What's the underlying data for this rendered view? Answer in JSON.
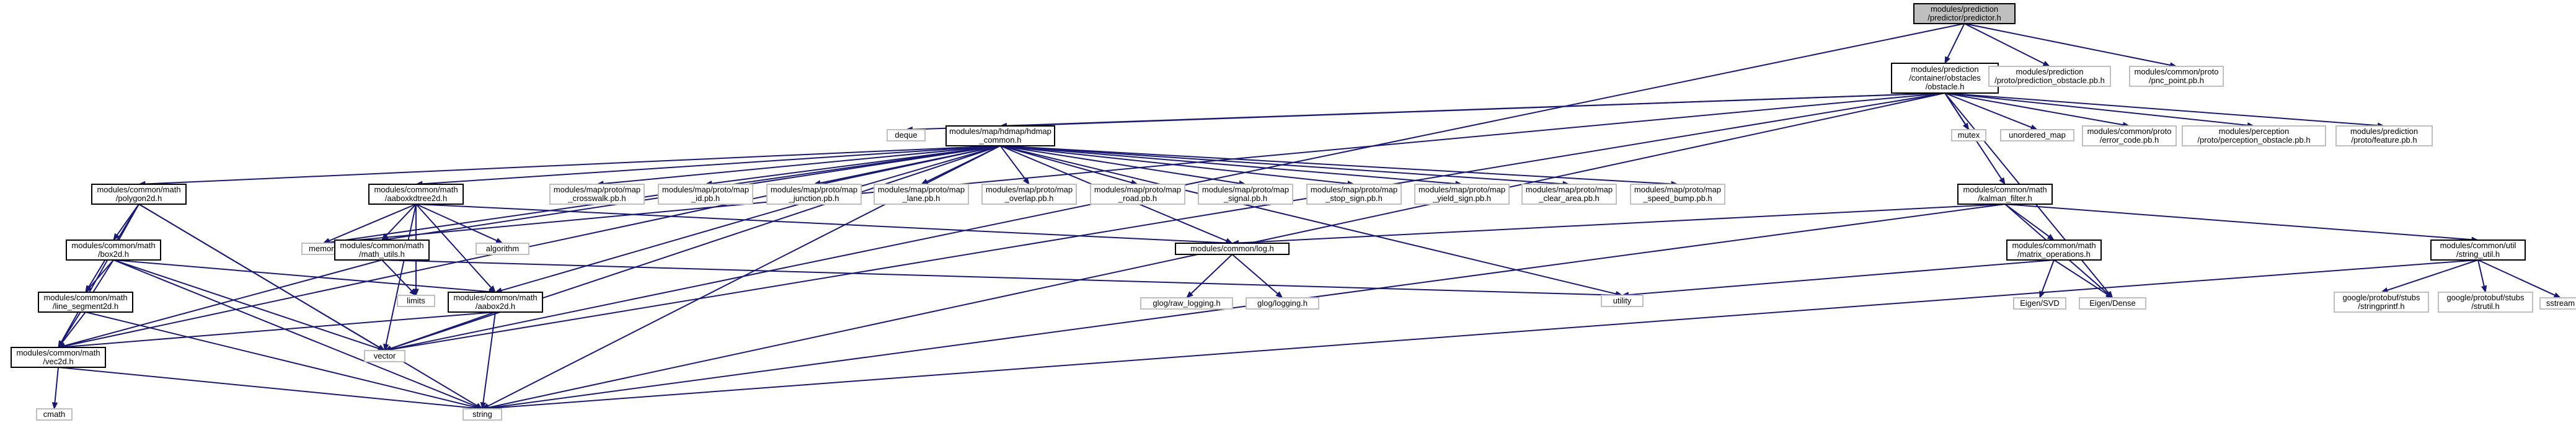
{
  "nodes": [
    {
      "id": "predictor",
      "lines": [
        "modules/prediction",
        "/predictor/predictor.h"
      ],
      "kind": "root"
    },
    {
      "id": "obstacle_h",
      "lines": [
        "modules/prediction",
        "/container/obstacles",
        "/obstacle.h"
      ],
      "kind": "box"
    },
    {
      "id": "prediction_obstacle_pb",
      "lines": [
        "modules/prediction",
        "/proto/prediction_obstacle.pb.h"
      ],
      "kind": "grey"
    },
    {
      "id": "pnc_point_pb",
      "lines": [
        "modules/common/proto",
        "/pnc_point.pb.h"
      ],
      "kind": "grey"
    },
    {
      "id": "deque",
      "lines": [
        "deque"
      ],
      "kind": "grey"
    },
    {
      "id": "hdmap_common",
      "lines": [
        "modules/map/hdmap/hdmap",
        "_common.h"
      ],
      "kind": "box"
    },
    {
      "id": "mutex",
      "lines": [
        "mutex"
      ],
      "kind": "grey"
    },
    {
      "id": "unordered_map",
      "lines": [
        "unordered_map"
      ],
      "kind": "grey"
    },
    {
      "id": "error_code_pb",
      "lines": [
        "modules/common/proto",
        "/error_code.pb.h"
      ],
      "kind": "grey"
    },
    {
      "id": "perception_obstacle_pb",
      "lines": [
        "modules/perception",
        "/proto/perception_obstacle.pb.h"
      ],
      "kind": "grey"
    },
    {
      "id": "feature_pb",
      "lines": [
        "modules/prediction",
        "/proto/feature.pb.h"
      ],
      "kind": "grey"
    },
    {
      "id": "polygon2d",
      "lines": [
        "modules/common/math",
        "/polygon2d.h"
      ],
      "kind": "box"
    },
    {
      "id": "aaboxkdtree2d",
      "lines": [
        "modules/common/math",
        "/aaboxkdtree2d.h"
      ],
      "kind": "box"
    },
    {
      "id": "crosswalk_pb",
      "lines": [
        "modules/map/proto/map",
        "_crosswalk.pb.h"
      ],
      "kind": "grey"
    },
    {
      "id": "id_pb",
      "lines": [
        "modules/map/proto/map",
        "_id.pb.h"
      ],
      "kind": "grey"
    },
    {
      "id": "junction_pb",
      "lines": [
        "modules/map/proto/map",
        "_junction.pb.h"
      ],
      "kind": "grey"
    },
    {
      "id": "lane_pb",
      "lines": [
        "modules/map/proto/map",
        "_lane.pb.h"
      ],
      "kind": "grey"
    },
    {
      "id": "overlap_pb",
      "lines": [
        "modules/map/proto/map",
        "_overlap.pb.h"
      ],
      "kind": "grey"
    },
    {
      "id": "road_pb",
      "lines": [
        "modules/map/proto/map",
        "_road.pb.h"
      ],
      "kind": "grey"
    },
    {
      "id": "signal_pb",
      "lines": [
        "modules/map/proto/map",
        "_signal.pb.h"
      ],
      "kind": "grey"
    },
    {
      "id": "stop_sign_pb",
      "lines": [
        "modules/map/proto/map",
        "_stop_sign.pb.h"
      ],
      "kind": "grey"
    },
    {
      "id": "yield_sign_pb",
      "lines": [
        "modules/map/proto/map",
        "_yield_sign.pb.h"
      ],
      "kind": "grey"
    },
    {
      "id": "clear_area_pb",
      "lines": [
        "modules/map/proto/map",
        "_clear_area.pb.h"
      ],
      "kind": "grey"
    },
    {
      "id": "speed_bump_pb",
      "lines": [
        "modules/map/proto/map",
        "_speed_bump.pb.h"
      ],
      "kind": "grey"
    },
    {
      "id": "kalman_filter",
      "lines": [
        "modules/common/math",
        "/kalman_filter.h"
      ],
      "kind": "box"
    },
    {
      "id": "string_util",
      "lines": [
        "modules/common/util",
        "/string_util.h"
      ],
      "kind": "box"
    },
    {
      "id": "memory",
      "lines": [
        "memory"
      ],
      "kind": "grey"
    },
    {
      "id": "math_utils",
      "lines": [
        "modules/common/math",
        "/math_utils.h"
      ],
      "kind": "box"
    },
    {
      "id": "algorithm",
      "lines": [
        "algorithm"
      ],
      "kind": "grey"
    },
    {
      "id": "log_h",
      "lines": [
        "modules/common/log.h"
      ],
      "kind": "box"
    },
    {
      "id": "matrix_operations",
      "lines": [
        "modules/common/math",
        "/matrix_operations.h"
      ],
      "kind": "box"
    },
    {
      "id": "box2d",
      "lines": [
        "modules/common/math",
        "/box2d.h"
      ],
      "kind": "box"
    },
    {
      "id": "limits",
      "lines": [
        "limits"
      ],
      "kind": "grey"
    },
    {
      "id": "aabox2d",
      "lines": [
        "modules/common/math",
        "/aabox2d.h"
      ],
      "kind": "box"
    },
    {
      "id": "utility",
      "lines": [
        "utility"
      ],
      "kind": "grey"
    },
    {
      "id": "line_segment2d",
      "lines": [
        "modules/common/math",
        "/line_segment2d.h"
      ],
      "kind": "box"
    },
    {
      "id": "glog_raw_logging",
      "lines": [
        "glog/raw_logging.h"
      ],
      "kind": "grey"
    },
    {
      "id": "glog_logging",
      "lines": [
        "glog/logging.h"
      ],
      "kind": "grey"
    },
    {
      "id": "eigen_svd",
      "lines": [
        "Eigen/SVD"
      ],
      "kind": "grey"
    },
    {
      "id": "eigen_dense",
      "lines": [
        "Eigen/Dense"
      ],
      "kind": "grey"
    },
    {
      "id": "stringprintf",
      "lines": [
        "google/protobuf/stubs",
        "/stringprintf.h"
      ],
      "kind": "grey"
    },
    {
      "id": "strutil",
      "lines": [
        "google/protobuf/stubs",
        "/strutil.h"
      ],
      "kind": "grey"
    },
    {
      "id": "sstream",
      "lines": [
        "sstream"
      ],
      "kind": "grey"
    },
    {
      "id": "vec2d",
      "lines": [
        "modules/common/math",
        "/vec2d.h"
      ],
      "kind": "box"
    },
    {
      "id": "vector",
      "lines": [
        "vector"
      ],
      "kind": "grey"
    },
    {
      "id": "cmath",
      "lines": [
        "cmath"
      ],
      "kind": "grey"
    },
    {
      "id": "string",
      "lines": [
        "string"
      ],
      "kind": "grey"
    }
  ],
  "edges": [
    [
      "predictor",
      "obstacle_h"
    ],
    [
      "predictor",
      "prediction_obstacle_pb"
    ],
    [
      "predictor",
      "pnc_point_pb"
    ],
    [
      "predictor",
      "vector"
    ],
    [
      "obstacle_h",
      "deque"
    ],
    [
      "obstacle_h",
      "hdmap_common"
    ],
    [
      "obstacle_h",
      "mutex"
    ],
    [
      "obstacle_h",
      "unordered_map"
    ],
    [
      "obstacle_h",
      "error_code_pb"
    ],
    [
      "obstacle_h",
      "perception_obstacle_pb"
    ],
    [
      "obstacle_h",
      "feature_pb"
    ],
    [
      "obstacle_h",
      "kalman_filter"
    ],
    [
      "obstacle_h",
      "memory"
    ],
    [
      "obstacle_h",
      "eigen_dense"
    ],
    [
      "obstacle_h",
      "vector"
    ],
    [
      "obstacle_h",
      "string"
    ],
    [
      "hdmap_common",
      "polygon2d"
    ],
    [
      "hdmap_common",
      "aaboxkdtree2d"
    ],
    [
      "hdmap_common",
      "crosswalk_pb"
    ],
    [
      "hdmap_common",
      "id_pb"
    ],
    [
      "hdmap_common",
      "junction_pb"
    ],
    [
      "hdmap_common",
      "lane_pb"
    ],
    [
      "hdmap_common",
      "overlap_pb"
    ],
    [
      "hdmap_common",
      "road_pb"
    ],
    [
      "hdmap_common",
      "signal_pb"
    ],
    [
      "hdmap_common",
      "stop_sign_pb"
    ],
    [
      "hdmap_common",
      "yield_sign_pb"
    ],
    [
      "hdmap_common",
      "clear_area_pb"
    ],
    [
      "hdmap_common",
      "speed_bump_pb"
    ],
    [
      "hdmap_common",
      "memory"
    ],
    [
      "hdmap_common",
      "math_utils"
    ],
    [
      "hdmap_common",
      "log_h"
    ],
    [
      "hdmap_common",
      "aabox2d"
    ],
    [
      "hdmap_common",
      "utility"
    ],
    [
      "hdmap_common",
      "vec2d"
    ],
    [
      "hdmap_common",
      "vector"
    ],
    [
      "hdmap_common",
      "string"
    ],
    [
      "polygon2d",
      "box2d"
    ],
    [
      "polygon2d",
      "line_segment2d"
    ],
    [
      "polygon2d",
      "vec2d"
    ],
    [
      "polygon2d",
      "vector"
    ],
    [
      "polygon2d",
      "string"
    ],
    [
      "aaboxkdtree2d",
      "memory"
    ],
    [
      "aaboxkdtree2d",
      "math_utils"
    ],
    [
      "aaboxkdtree2d",
      "algorithm"
    ],
    [
      "aaboxkdtree2d",
      "log_h"
    ],
    [
      "aaboxkdtree2d",
      "aabox2d"
    ],
    [
      "aaboxkdtree2d",
      "limits"
    ],
    [
      "aaboxkdtree2d",
      "vector"
    ],
    [
      "math_utils",
      "limits"
    ],
    [
      "math_utils",
      "utility"
    ],
    [
      "math_utils",
      "vec2d"
    ],
    [
      "box2d",
      "aabox2d"
    ],
    [
      "box2d",
      "line_segment2d"
    ],
    [
      "box2d",
      "vec2d"
    ],
    [
      "box2d",
      "vector"
    ],
    [
      "box2d",
      "string"
    ],
    [
      "line_segment2d",
      "vec2d"
    ],
    [
      "line_segment2d",
      "string"
    ],
    [
      "aabox2d",
      "vec2d"
    ],
    [
      "aabox2d",
      "vector"
    ],
    [
      "aabox2d",
      "string"
    ],
    [
      "vec2d",
      "cmath"
    ],
    [
      "vec2d",
      "string"
    ],
    [
      "log_h",
      "glog_raw_logging"
    ],
    [
      "log_h",
      "glog_logging"
    ],
    [
      "kalman_filter",
      "log_h"
    ],
    [
      "kalman_filter",
      "matrix_operations"
    ],
    [
      "kalman_filter",
      "string_util"
    ],
    [
      "kalman_filter",
      "eigen_dense"
    ],
    [
      "kalman_filter",
      "string"
    ],
    [
      "matrix_operations",
      "utility"
    ],
    [
      "matrix_operations",
      "eigen_svd"
    ],
    [
      "matrix_operations",
      "eigen_dense"
    ],
    [
      "string_util",
      "stringprintf"
    ],
    [
      "string_util",
      "strutil"
    ],
    [
      "string_util",
      "sstream"
    ],
    [
      "string_util",
      "string"
    ]
  ]
}
